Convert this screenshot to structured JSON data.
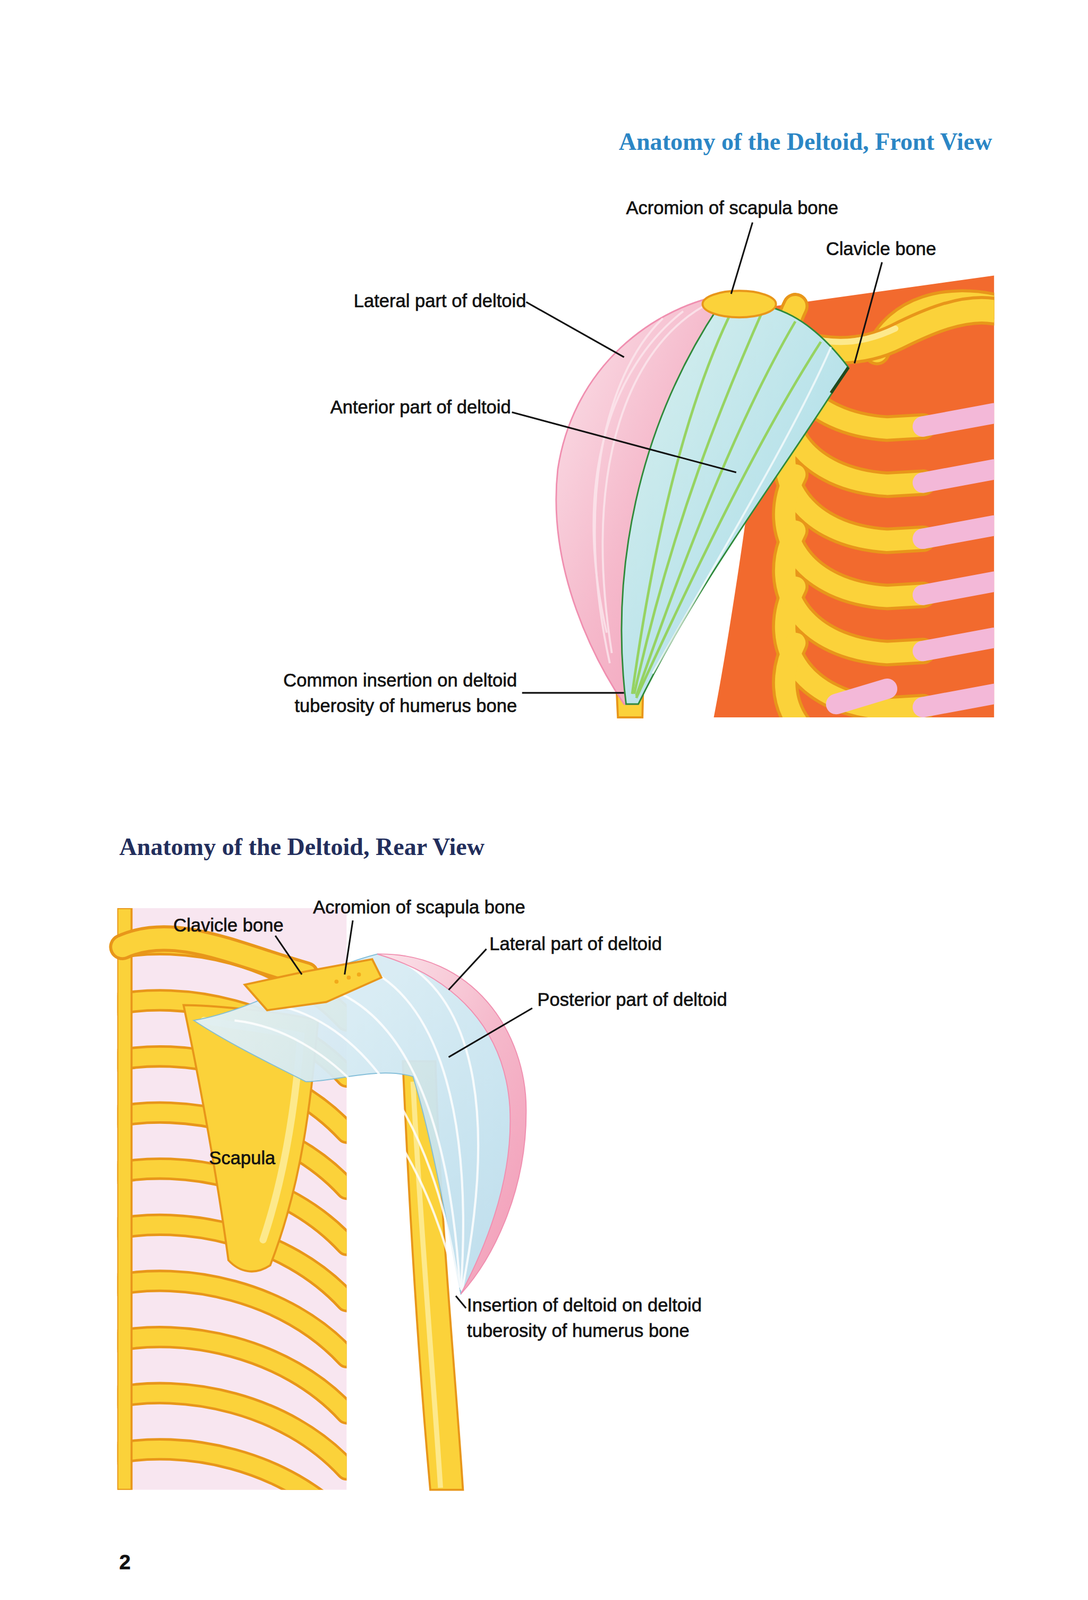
{
  "diagram": {
    "title": "Anatomy of the Deltoid, Front View",
    "labels": [
      "Acromion of scapula bone",
      "Clavicle bone",
      "Lateral part of deltoid",
      "Anterior part of deltoid",
      "Common insertion on deltoid tuberosity of humerus bone",
      "Anatomy of the Deltoid, Rear View",
      "Clavicle bone",
      "Acromion of scapula bone",
      "Lateral part of deltoid",
      "Posterior part of deltoid",
      "Scapula",
      "Insertion of deltoid on deltoid tuberosity of humerus bone",
      "2"
    ]
  }
}
